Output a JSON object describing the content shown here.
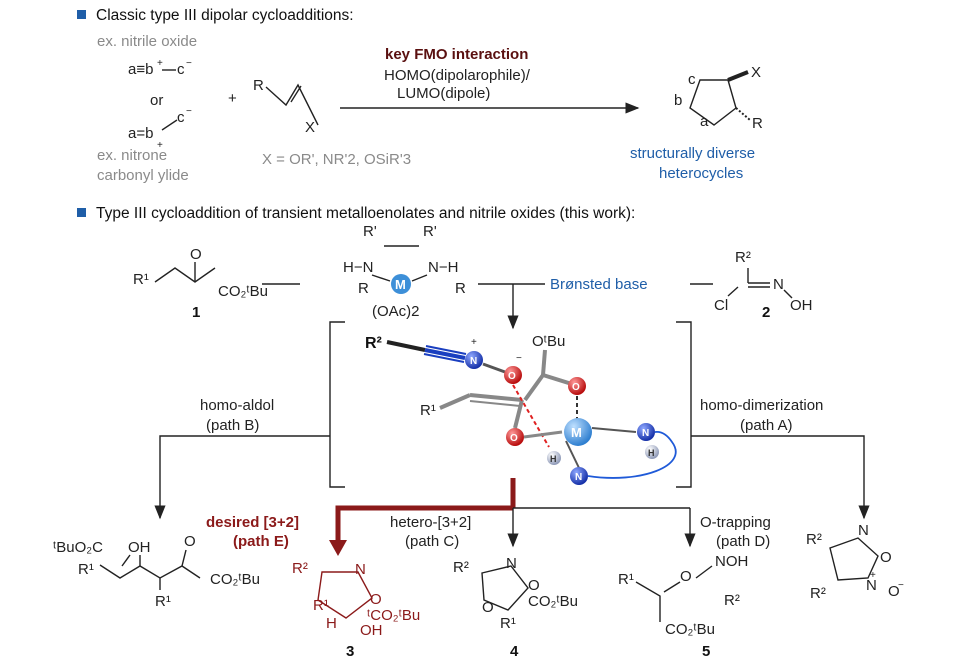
{
  "sections": {
    "s1": "Classic type III dipolar cycloadditions:",
    "s2": "Type III cycloaddition of transient metalloenolates and nitrile oxides (this work):"
  },
  "classic": {
    "ex_nitrile_oxide": "ex. nitrile oxide",
    "or": "or",
    "ex_nitrone": "ex. nitrone",
    "carbonyl_ylide": "carbonyl ylide",
    "plus": "+",
    "x_def": "X = OR', NR'2, OSiR'3",
    "key_fmo": "key FMO interaction",
    "homo": "HOMO(dipolarophile)/",
    "lumo": "LUMO(dipole)",
    "product1": "structurally diverse",
    "product2": "heterocycles"
  },
  "work": {
    "bronsted": "Brønsted base",
    "catalyst_counter": "(OAc)2",
    "metal": "M",
    "compound1": "1",
    "compound2": "2",
    "homo_aldol": "homo-aldol",
    "path_b": "(path B)",
    "homo_dimer": "homo-dimerization",
    "path_a": "(path A)",
    "desired": "desired [3+2]",
    "path_e": "(path E)",
    "hetero": "hetero-[3+2]",
    "path_c": "(path C)",
    "otrap": "O-trapping",
    "path_d": "(path D)",
    "compound3": "3",
    "compound4": "4",
    "compound5": "5",
    "otbu": "OᵗBu",
    "nh": "N",
    "h": "H"
  },
  "colors": {
    "bullet": "#1f5ea8",
    "blue_text": "#1f5ea8",
    "desired_red": "#8b1a1a",
    "metal_blue": "#3d8fd8",
    "o_red": "#d81818",
    "n_blue": "#1a3fc0"
  }
}
